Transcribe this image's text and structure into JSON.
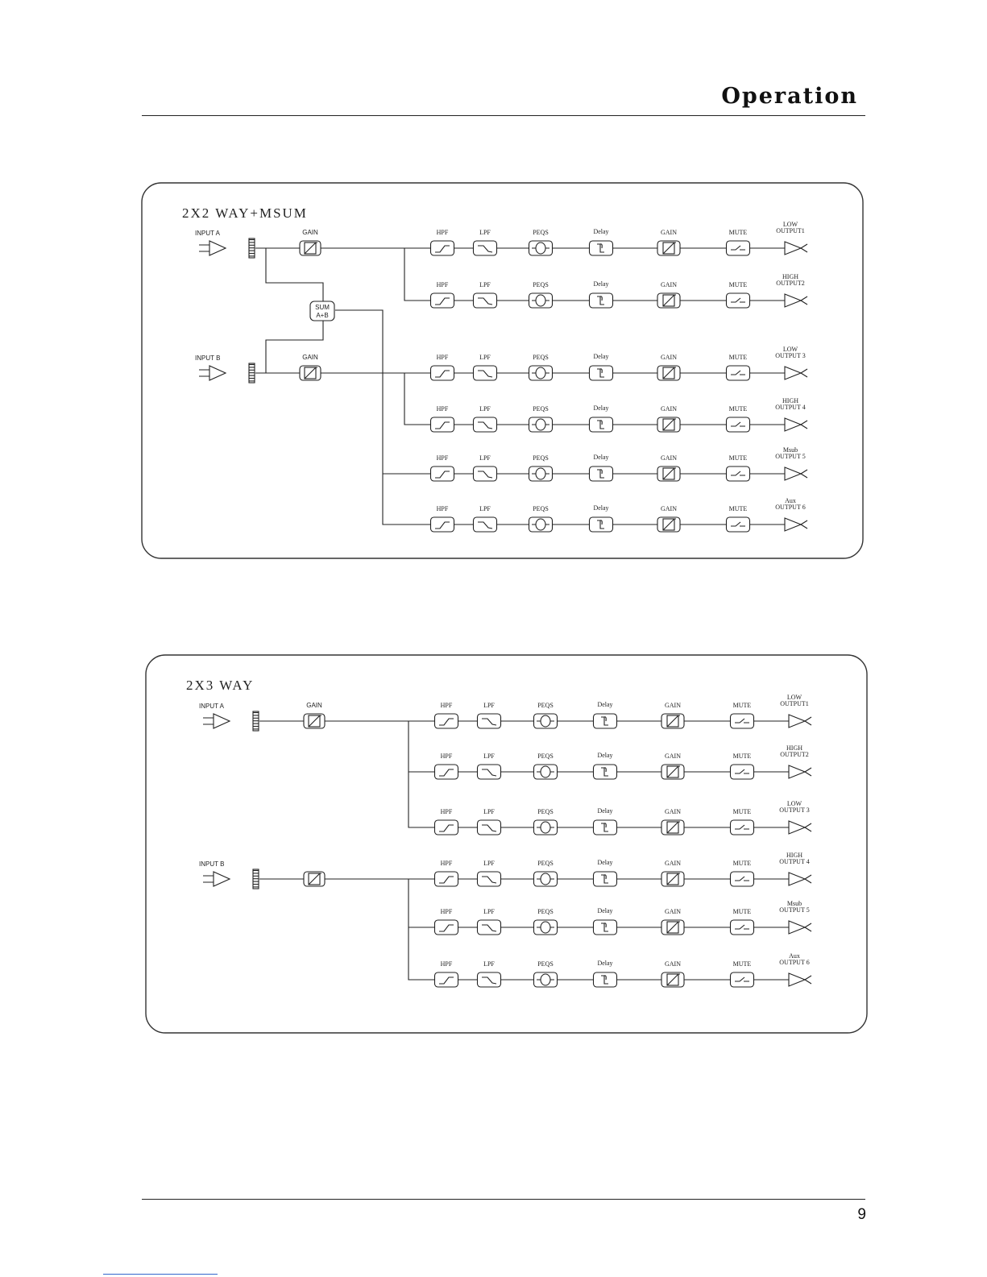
{
  "page": {
    "title": "Operation",
    "page_number": "9"
  },
  "stage_labels": {
    "hpf": "HPF",
    "lpf": "LPF",
    "peq": "PEQS",
    "delay": "Delay",
    "gain": "GAIN",
    "mute": "MUTE"
  },
  "icons": {
    "input": "input-amplifier-icon",
    "meter": "level-meter-icon",
    "hpf": "high-pass-filter-icon",
    "lpf": "low-pass-filter-icon",
    "peq": "parametric-eq-icon",
    "delay": "delay-icon",
    "gain": "gain-icon",
    "mute": "mute-switch-icon",
    "output": "output-icon"
  },
  "diagrams": [
    {
      "title": "2X2  WAY+MSUM",
      "inputs": [
        {
          "label": "INPUT A",
          "gain_label": "GAIN"
        },
        {
          "label": "INPUT B",
          "gain_label": "GAIN"
        }
      ],
      "sum_label": [
        "SUM",
        "A+B"
      ],
      "outputs": [
        {
          "name": "LOW",
          "output": "OUTPUT1"
        },
        {
          "name": "HIGH",
          "output": "OUTPUT2"
        },
        {
          "name": "LOW",
          "output": "OUTPUT 3"
        },
        {
          "name": "HIGH",
          "output": "OUTPUT 4"
        },
        {
          "name": "Msub",
          "output": "OUTPUT 5"
        },
        {
          "name": "Aux",
          "output": "OUTPUT 6"
        }
      ]
    },
    {
      "title": "2X3  WAY",
      "inputs": [
        {
          "label": "INPUT A",
          "gain_label": "GAIN"
        },
        {
          "label": "INPUT B",
          "gain_label": ""
        }
      ],
      "outputs": [
        {
          "name": "LOW",
          "output": "OUTPUT1"
        },
        {
          "name": "HIGH",
          "output": "OUTPUT2"
        },
        {
          "name": "LOW",
          "output": "OUTPUT 3"
        },
        {
          "name": "HIGH",
          "output": "OUTPUT 4"
        },
        {
          "name": "Msub",
          "output": "OUTPUT 5"
        },
        {
          "name": "Aux",
          "output": "OUTPUT 6"
        }
      ]
    }
  ]
}
